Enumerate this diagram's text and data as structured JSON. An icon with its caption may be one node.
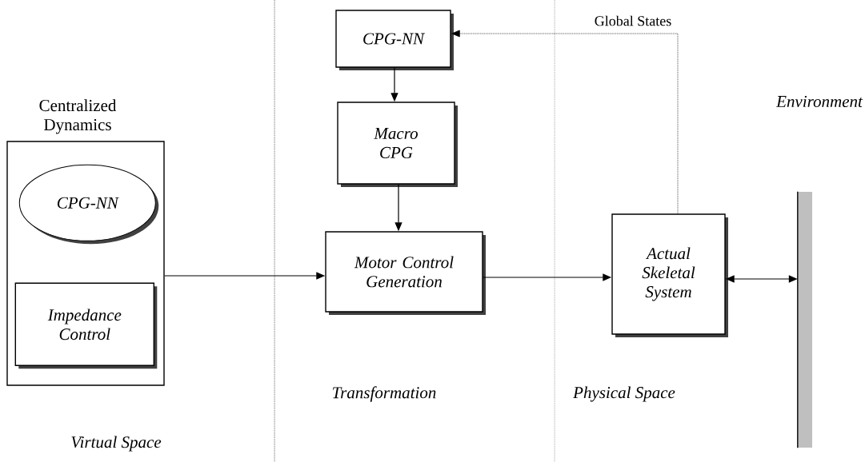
{
  "diagram": {
    "nodes": [
      {
        "text": [
          "Centralized Dynamics"
        ]
      },
      {
        "text": [
          "CPG-NN"
        ],
        "in": 0
      },
      {
        "text": [
          "Impedance Control"
        ],
        "in": 0
      },
      {
        "text": [
          "CPG-NN"
        ]
      },
      {
        "text": [
          "Macro CPG"
        ]
      },
      {
        "text": [
          "Motor Control Generation"
        ]
      },
      {
        "text": [
          "Actual Skeletal System"
        ]
      },
      {
        "text": [],
        "shape": "bar"
      }
    ],
    "edges": [
      {
        "from": 0,
        "to": 5,
        "arrow": "to"
      },
      {
        "from": 3,
        "to": 4,
        "arrow": "to"
      },
      {
        "from": 4,
        "to": 5,
        "arrow": "to"
      },
      {
        "from": 5,
        "to": 6,
        "arrow": "to"
      },
      {
        "from": 6,
        "to": 7,
        "arrow": "both"
      },
      {
        "from": 6,
        "to": 3,
        "arrow": "to",
        "style": "dashed",
        "label": "Global States"
      }
    ],
    "labels": [
      "Environment",
      "Transformation",
      "Physical Space",
      "Virtual Space"
    ]
  }
}
